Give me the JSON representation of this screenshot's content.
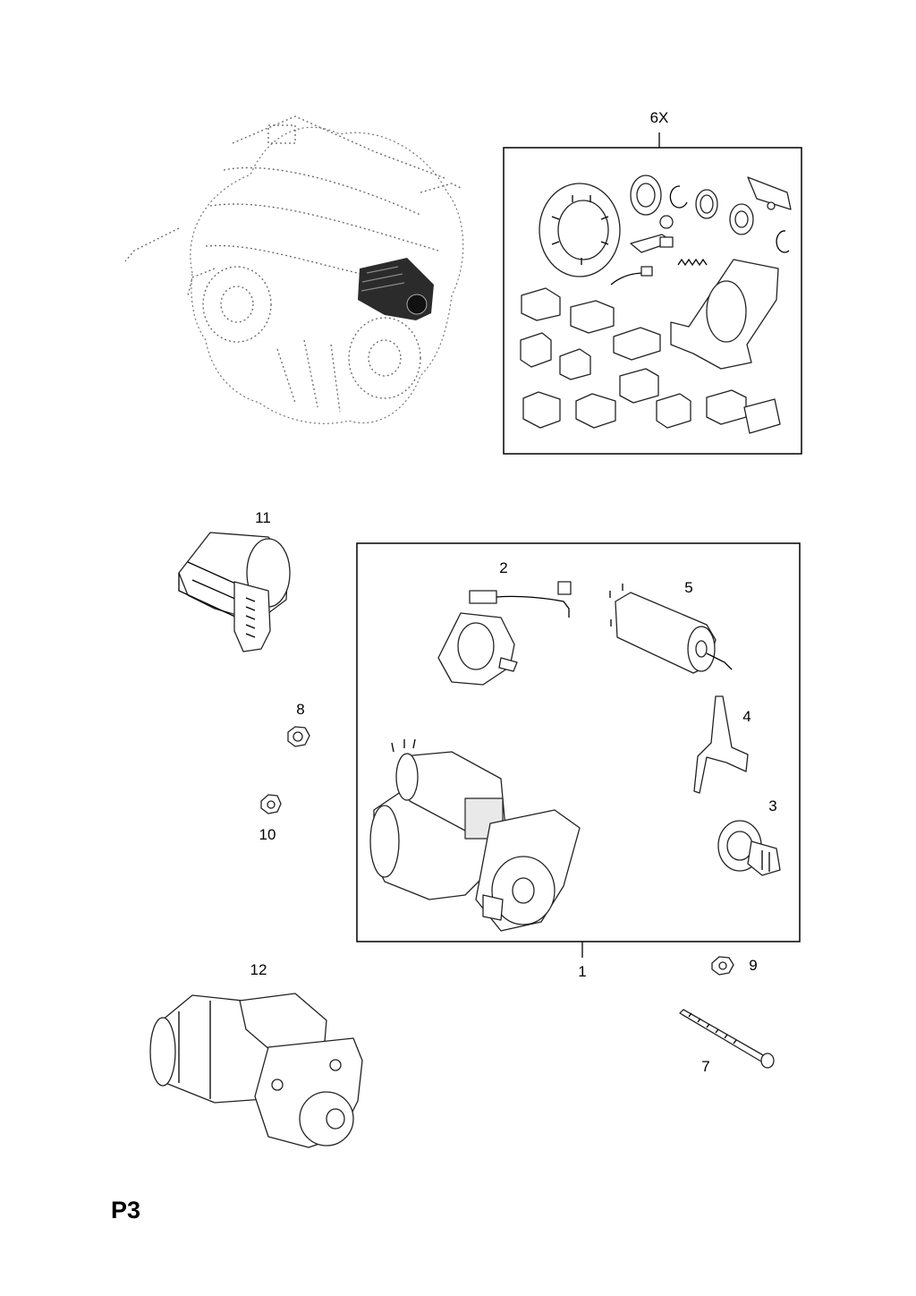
{
  "page_code": "P3",
  "callouts": {
    "kit": "6X",
    "starter": "1",
    "brush_holder": "2",
    "pinion": "3",
    "fork": "4",
    "solenoid": "5",
    "bolt": "7",
    "nut_8": "8",
    "nut_9": "9",
    "nut_10": "10",
    "bracket": "11",
    "starter_alt": "12"
  }
}
